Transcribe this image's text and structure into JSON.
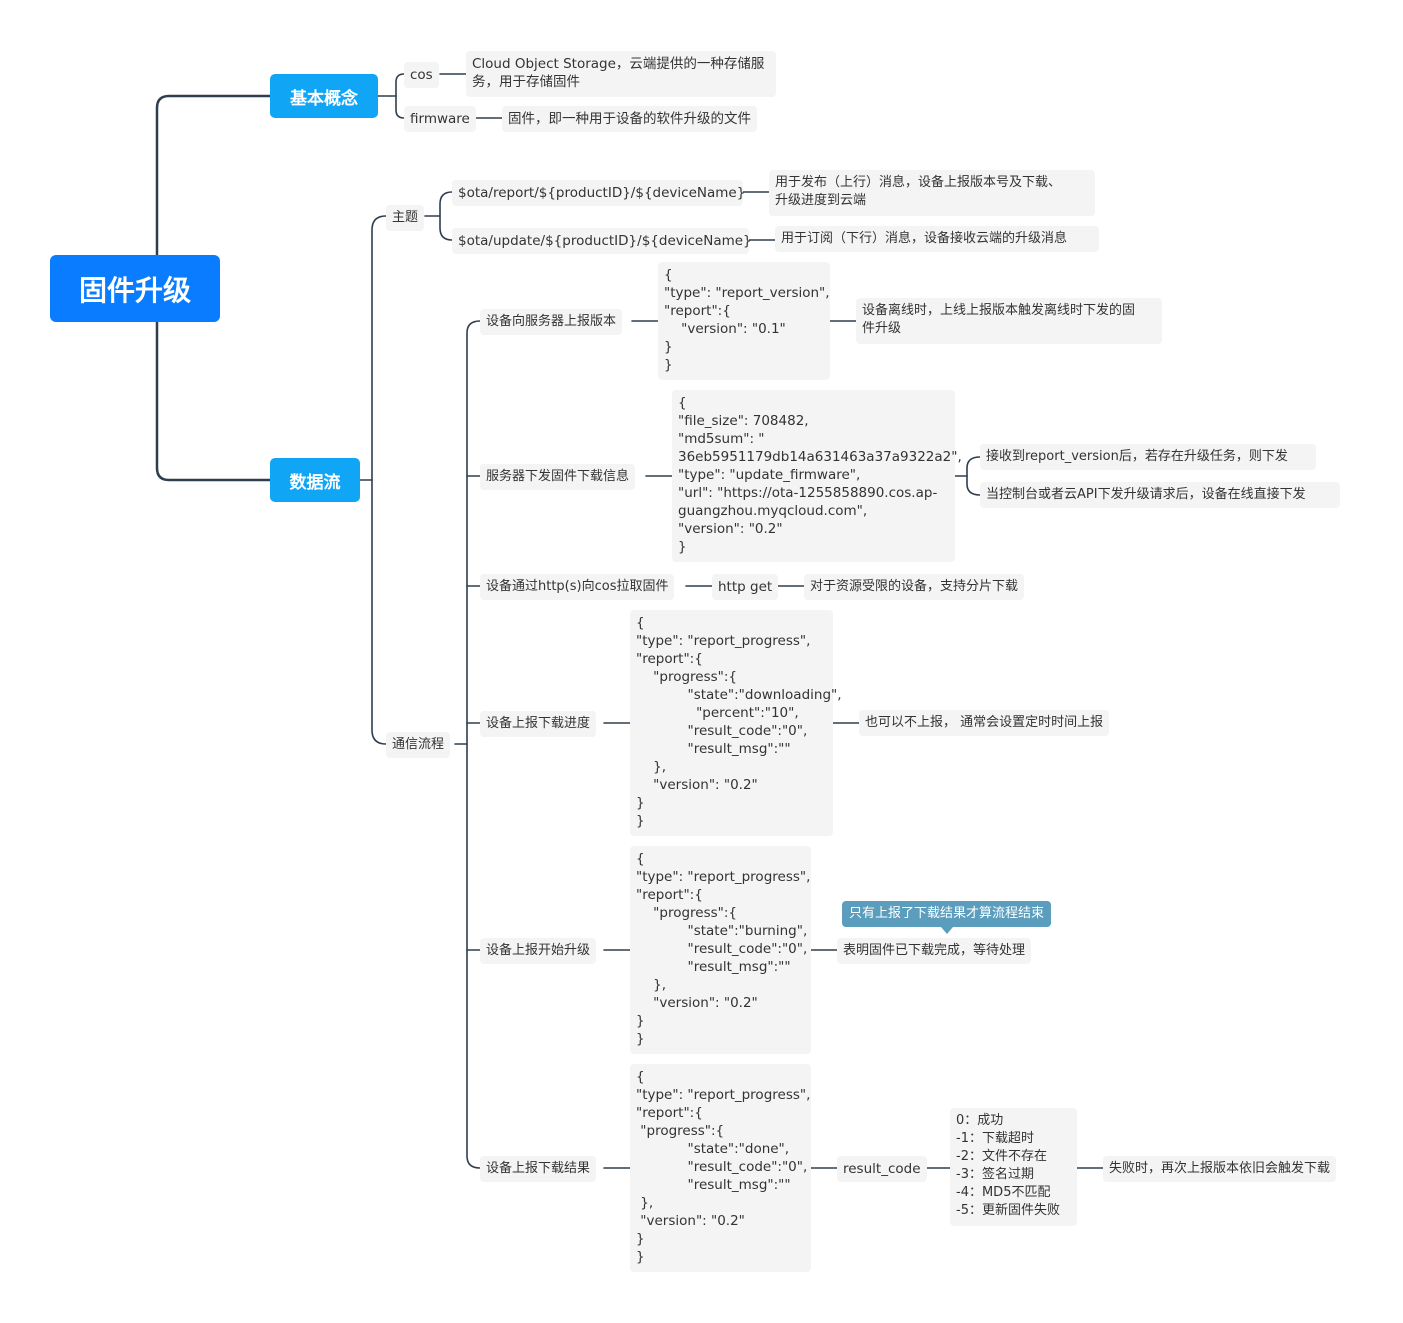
{
  "root": {
    "label": "固件升级"
  },
  "basic": {
    "label": "基本概念",
    "cos": {
      "label": "cos",
      "desc": "Cloud Object Storage，云端提供的一种存储服\n务，用于存储固件"
    },
    "firmware": {
      "label": "firmware",
      "desc": "固件，即一种用于设备的软件升级的文件"
    }
  },
  "dataflow": {
    "label": "数据流",
    "topic": {
      "label": "主题",
      "report_topic": "$ota/report/${productID}/${deviceName}",
      "report_desc": "用于发布（上行）消息，设备上报版本号及下载、\n升级进度到云端",
      "update_topic": "$ota/update/${productID}/${deviceName}",
      "update_desc": "用于订阅（下行）消息，设备接收云端的升级消息"
    },
    "flow": {
      "label": "通信流程",
      "step1": {
        "label": "设备向服务器上报版本",
        "json": "{\n\"type\": \"report_version\",\n\"report\":{\n    \"version\": \"0.1\"\n}\n}",
        "note": "设备离线时，上线上报版本触发离线时下发的固\n件升级"
      },
      "step2": {
        "label": "服务器下发固件下载信息",
        "json": "{\n\"file_size\": 708482,\n\"md5sum\": \"\n36eb5951179db14a631463a37a9322a2\",\n\"type\": \"update_firmware\",\n\"url\": \"https://ota-1255858890.cos.ap-\nguangzhou.myqcloud.com\",\n\"version\": \"0.2\"\n}",
        "note1": "接收到report_version后，若存在升级任务，则下发",
        "note2": "当控制台或者云API下发升级请求后，设备在线直接下发"
      },
      "step3": {
        "label": "设备通过http(s)向cos拉取固件",
        "method": "http get",
        "note": "对于资源受限的设备，支持分片下载"
      },
      "step4": {
        "label": "设备上报下载进度",
        "json": "{\n\"type\": \"report_progress\",\n\"report\":{\n    \"progress\":{\n            \"state\":\"downloading\",\n              \"percent\":\"10\",\n            \"result_code\":\"0\",\n            \"result_msg\":\"\"\n    },\n    \"version\": \"0.2\"\n}\n}",
        "note": "也可以不上报， 通常会设置定时时间上报"
      },
      "step5": {
        "label": "设备上报开始升级",
        "json": "{\n\"type\": \"report_progress\",\n\"report\":{\n    \"progress\":{\n            \"state\":\"burning\",\n            \"result_code\":\"0\",\n            \"result_msg\":\"\"\n    },\n    \"version\": \"0.2\"\n}\n}",
        "callout": "只有上报了下载结果才算流程结束",
        "note": "表明固件已下载完成，等待处理"
      },
      "step6": {
        "label": "设备上报下载结果",
        "json": "{\n\"type\": \"report_progress\",\n\"report\":{\n \"progress\":{\n            \"state\":\"done\",\n            \"result_code\":\"0\",\n            \"result_msg\":\"\"\n },\n \"version\": \"0.2\"\n}\n}",
        "result_code": "result_code",
        "codes": "0：成功\n-1：下载超时\n-2：文件不存在\n-3：签名过期\n-4：MD5不匹配\n-5：更新固件失败",
        "note": "失败时，再次上报版本依旧会触发下载"
      }
    }
  }
}
